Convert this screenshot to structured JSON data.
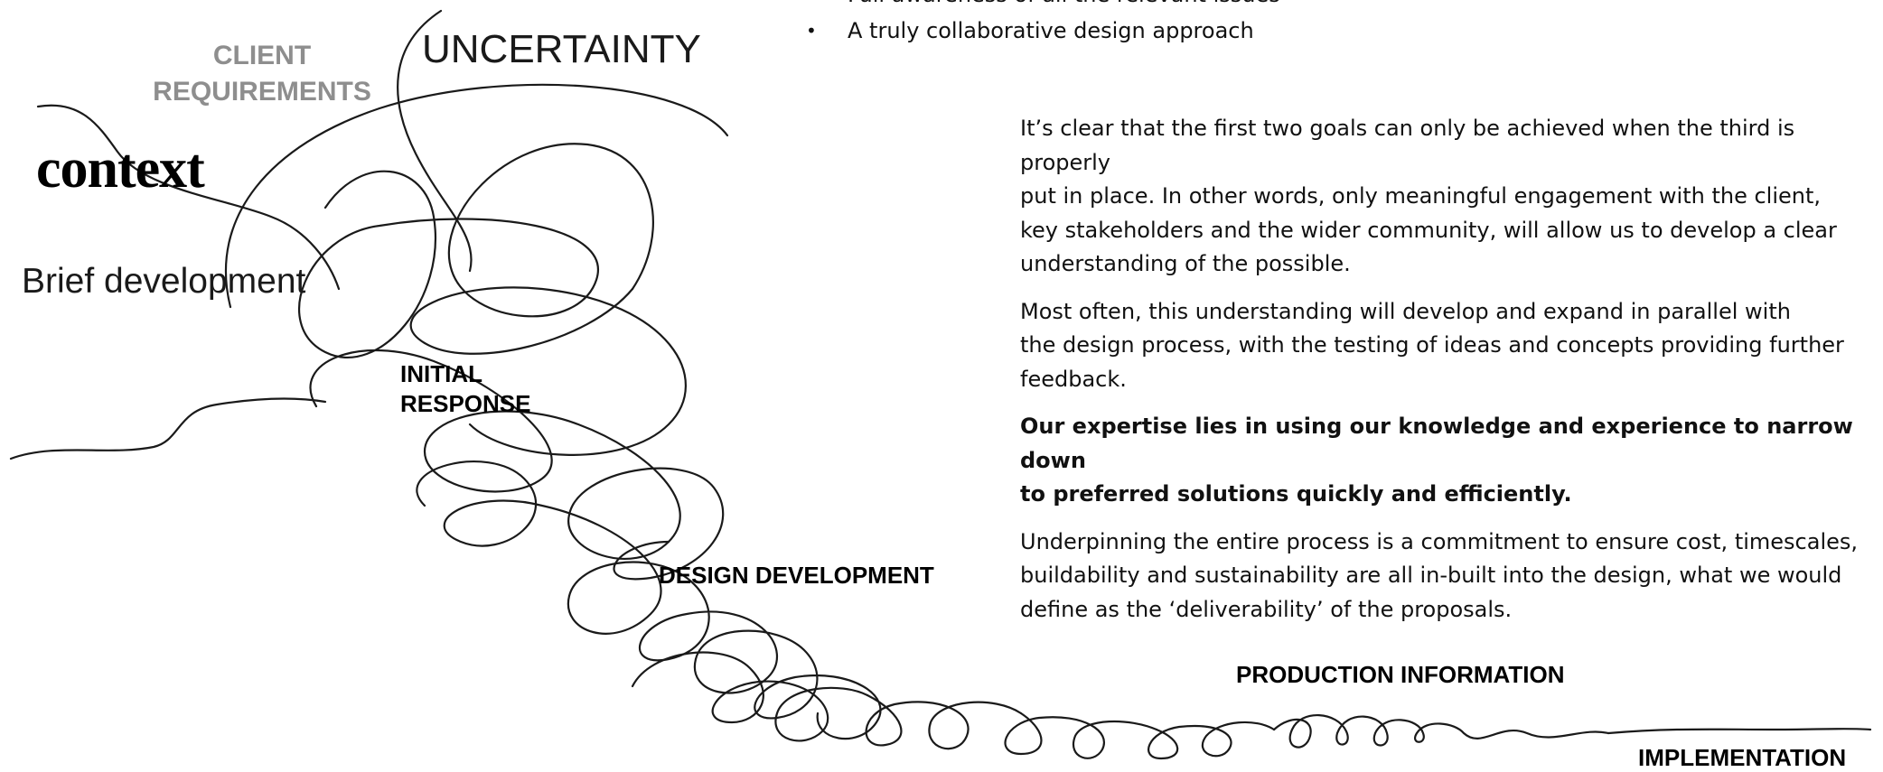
{
  "diagram": {
    "labels": {
      "client_requirements_line1": "CLIENT",
      "client_requirements_line2": "REQUIREMENTS",
      "uncertainty": "UNCERTAINTY",
      "context": "context",
      "brief_development": "Brief development",
      "initial_response_line1": "INITIAL",
      "initial_response_line2": "RESPONSE",
      "design_development": "DESIGN DEVELOPMENT",
      "production_information": "PRODUCTION INFORMATION",
      "implementation": "IMPLEMENTATION"
    },
    "label_colors": {
      "client_requirements": "#8e8e8e",
      "primary": "#000000"
    },
    "line_color": "#1a1a1a"
  },
  "bullets": {
    "marker": "•",
    "items": [
      "Full awareness of all the relevant issues",
      "A truly collaborative design approach"
    ]
  },
  "body": {
    "paragraph1": "It’s clear that the first two goals can only be achieved when the third is properly\nput in place. In other words, only meaningful engagement with the client,\nkey stakeholders and the wider community, will allow us to develop a clear\nunderstanding of the possible.",
    "paragraph2": "Most often,  this understanding will develop and expand in parallel with\nthe design process, with the testing of ideas and concepts providing further\nfeedback.",
    "paragraph3_strong": "Our expertise lies in using our knowledge and experience to narrow down\nto preferred solutions quickly and efficiently.",
    "paragraph4": "Underpinning the entire process is a commitment to ensure cost, timescales,\nbuildability and sustainability are all in-built into the design, what we would\ndefine as the ‘deliverability’ of the proposals."
  }
}
